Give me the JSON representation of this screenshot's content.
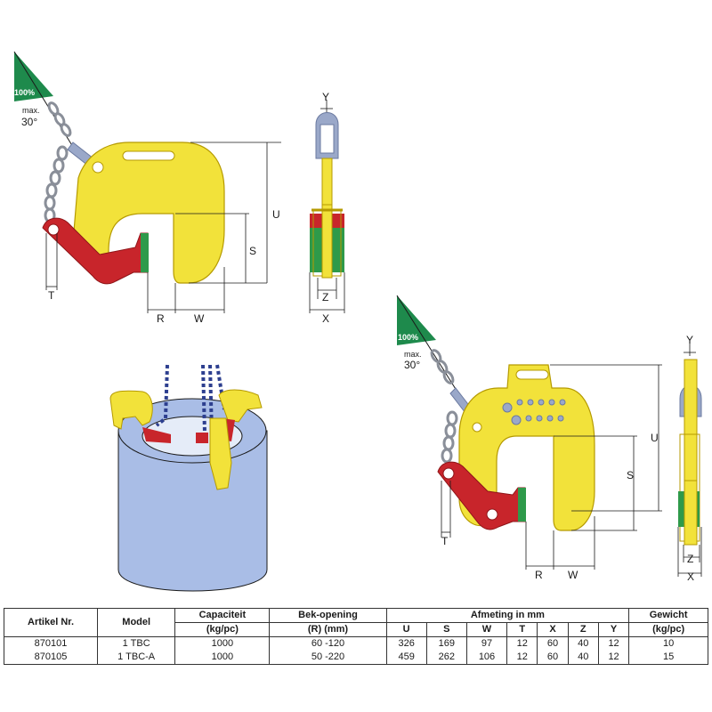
{
  "colors": {
    "clamp_body": "#f2e23a",
    "clamp_outline": "#b59a00",
    "jaw_red": "#c8252b",
    "pad_green": "#2e9a4a",
    "shackle": "#9aa8c9",
    "cylinder": "#a9bde6",
    "chain": "#2d3f8f",
    "flag_green": "#1e8a4c"
  },
  "drawing1": {
    "flag_percent": "100%",
    "angle_prefix": "max.",
    "angle_value": "30°",
    "dims": {
      "T": "T",
      "R": "R",
      "W": "W",
      "S": "S",
      "U": "U"
    }
  },
  "side_view1": {
    "dims": {
      "Y": "Y",
      "Z": "Z",
      "X": "X"
    }
  },
  "drawing2": {
    "flag_percent": "100%",
    "angle_prefix": "max.",
    "angle_value": "30°",
    "dims": {
      "T": "T",
      "R": "R",
      "W": "W",
      "S": "S",
      "U": "U"
    }
  },
  "side_view2": {
    "dims": {
      "Y": "Y",
      "Z": "Z",
      "X": "X"
    }
  },
  "table": {
    "headers": {
      "artikel_nr": "Artikel Nr.",
      "model": "Model",
      "capaciteit": "Capaciteit",
      "capaciteit_unit": "(kg/pc)",
      "bek_opening": "Bek-opening",
      "bek_opening_unit": "(R) (mm)",
      "afmeting": "Afmeting in mm",
      "gewicht": "Gewicht",
      "gewicht_unit": "(kg/pc)"
    },
    "dim_headers": [
      "U",
      "S",
      "W",
      "T",
      "X",
      "Z",
      "Y"
    ],
    "rows": [
      {
        "artikel": "870101",
        "model": "1 TBC",
        "capaciteit": "1000",
        "bek": "60 -120",
        "dims": [
          "326",
          "169",
          "97",
          "12",
          "60",
          "40",
          "12"
        ],
        "gewicht": "10"
      },
      {
        "artikel": "870105",
        "model": "1 TBC-A",
        "capaciteit": "1000",
        "bek": "50 -220",
        "dims": [
          "459",
          "262",
          "106",
          "12",
          "60",
          "40",
          "12"
        ],
        "gewicht": "15"
      }
    ]
  }
}
